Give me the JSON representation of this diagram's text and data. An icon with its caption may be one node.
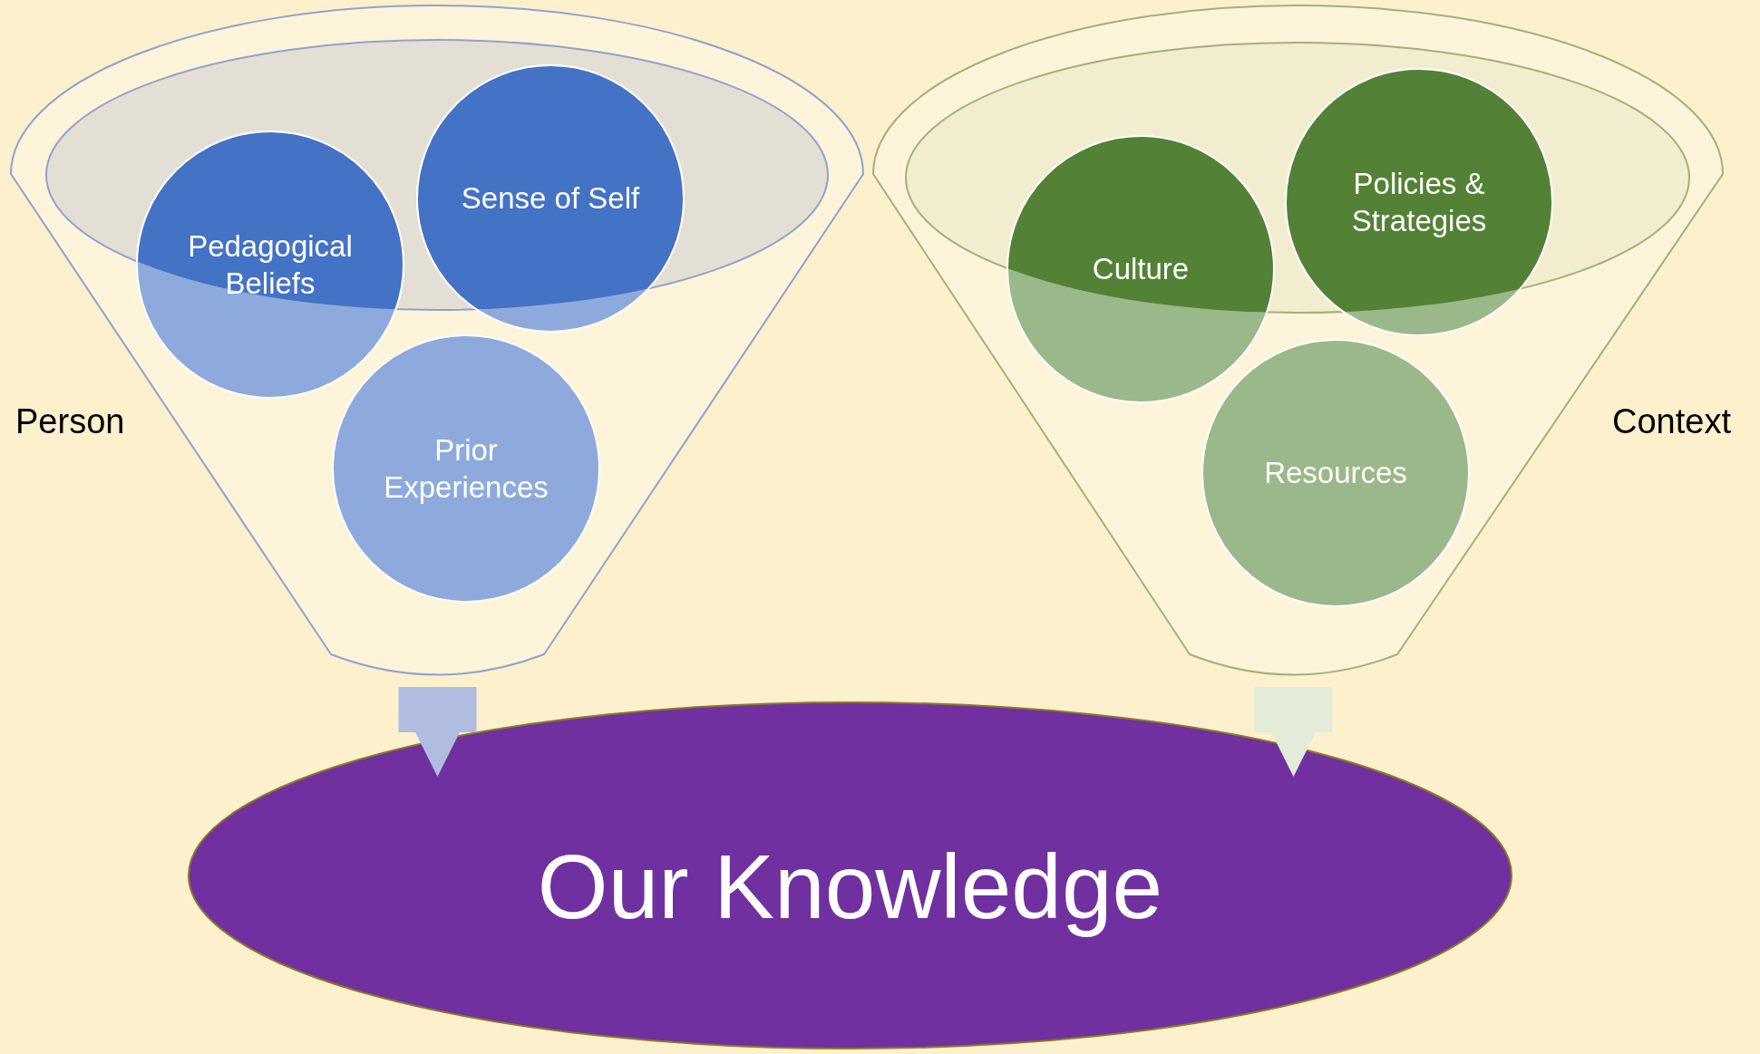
{
  "diagram": {
    "nodes": [
      {
        "text": [],
        "shape": "funnel",
        "beside": [
          "Person"
        ]
      },
      {
        "text": [
          "Pedagogical Beliefs"
        ],
        "in": 0
      },
      {
        "text": [
          "Sense of Self"
        ],
        "in": 0
      },
      {
        "text": [
          "Prior Experiences"
        ],
        "in": 0
      },
      {
        "text": [],
        "shape": "funnel",
        "beside": [
          "Context"
        ]
      },
      {
        "text": [
          "Culture"
        ],
        "in": 4
      },
      {
        "text": [
          "Policies & Strategies"
        ],
        "in": 4
      },
      {
        "text": [
          "Resources"
        ],
        "in": 4
      },
      {
        "text": [
          "Our Knowledge"
        ]
      }
    ],
    "edges": [
      {
        "from": 0,
        "to": 8,
        "arrow": "to",
        "color": "#b0bde0"
      },
      {
        "from": 4,
        "to": 8,
        "arrow": "to",
        "color": "#e2ecd9"
      }
    ]
  }
}
